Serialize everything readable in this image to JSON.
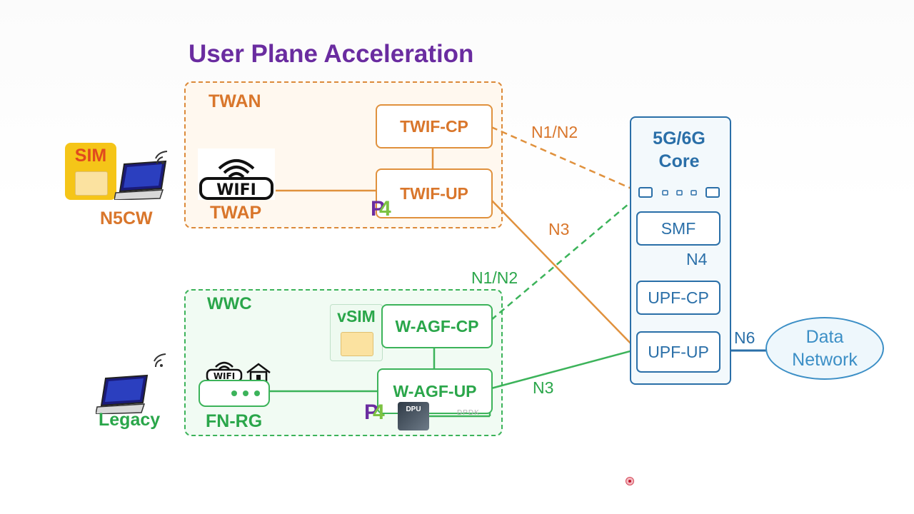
{
  "title": "User Plane Acceleration",
  "twan": {
    "zone_label": "TWAN",
    "twif_cp": "TWIF-CP",
    "twif_up": "TWIF-UP",
    "twap_label": "TWAP",
    "wifi_text": "WIFI"
  },
  "n5cw": {
    "sim_label": "SIM",
    "device_label": "N5CW"
  },
  "wwc": {
    "zone_label": "WWC",
    "vsim_label": "vSIM",
    "wagf_cp": "W-AGF-CP",
    "wagf_up": "W-AGF-UP",
    "fnrg_label": "FN-RG",
    "wifi_text": "WIFI",
    "dpu_text": "DPU",
    "dpdk_text": "DPDK"
  },
  "legacy": {
    "device_label": "Legacy"
  },
  "core": {
    "title_line1": "5G/6G",
    "title_line2": "Core",
    "smf": "SMF",
    "upf_cp": "UPF-CP",
    "upf_up": "UPF-UP"
  },
  "data_network": {
    "line1": "Data",
    "line2": "Network"
  },
  "links": {
    "n1n2_twif": "N1/N2",
    "n1n2_wagf": "N1/N2",
    "n3_twif": "N3",
    "n3_wagf": "N3",
    "n4": "N4",
    "n6": "N6"
  },
  "p4_logo": {
    "p": "P",
    "four": "4"
  },
  "colors": {
    "title": "#6a2ca0",
    "twan": "#d9762b",
    "wwc": "#2aa64a",
    "core": "#2a6fa8",
    "data_network": "#3c8fc6"
  },
  "icons": [
    "sim-card-icon",
    "laptop-icon",
    "wifi-signal-icon",
    "wifi-logo-icon",
    "home-icon",
    "router-icon",
    "p4-logo-icon",
    "dpu-chip-icon",
    "dpdk-logo-icon"
  ]
}
